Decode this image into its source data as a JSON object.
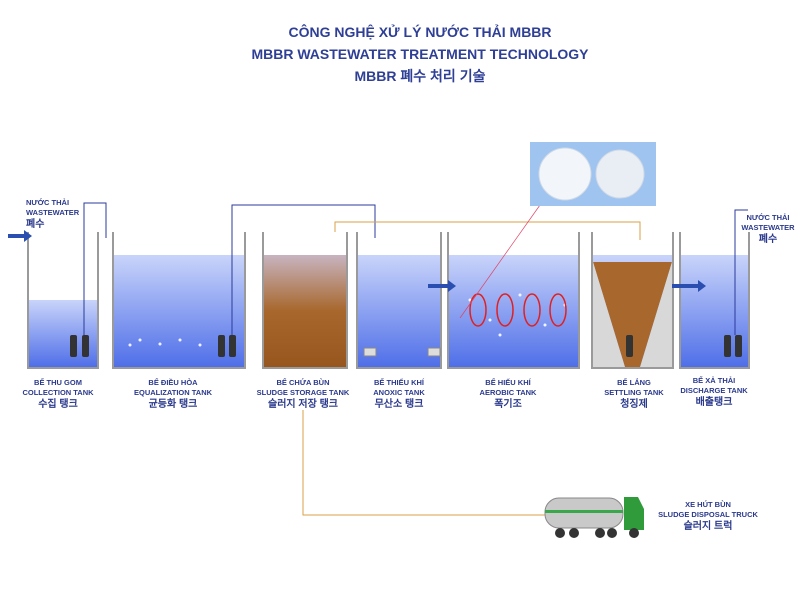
{
  "title": {
    "line1": "CÔNG NGHỆ XỬ LÝ NƯỚC THẢI MBBR",
    "line2": "MBBR WASTEWATER TREATMENT TECHNOLOGY",
    "line3": "MBBR 폐수 처리 기술"
  },
  "inlet": {
    "vi": "NƯỚC THẢI",
    "en": "WASTEWATER",
    "ko": "폐수"
  },
  "outlet": {
    "vi": "NƯỚC THẢI",
    "en": "WASTEWATER",
    "ko": "폐수"
  },
  "tanks": [
    {
      "vi": "BỂ THU GOM",
      "en": "COLLECTION TANK",
      "ko": "수집 탱크"
    },
    {
      "vi": "BỂ ĐIỀU HÒA",
      "en": "EQUALIZATION TANK",
      "ko": "균등화 탱크"
    },
    {
      "vi": "BỂ CHỨA BÙN",
      "en": "SLUDGE STORAGE TANK",
      "ko": "슬러지 저장 탱크"
    },
    {
      "vi": "BỂ THIẾU KHÍ",
      "en": "ANOXIC TANK",
      "ko": "무산소 탱크"
    },
    {
      "vi": "BỂ HIẾU KHÍ",
      "en": "AEROBIC TANK",
      "ko": "폭기조"
    },
    {
      "vi": "BỂ LẮNG",
      "en": "SETTLING TANK",
      "ko": "청징제"
    },
    {
      "vi": "BỂ XẢ THẢI",
      "en": "DISCHARGE TANK",
      "ko": "배출탱크"
    }
  ],
  "truck": {
    "vi": "XE HÚT BÙN",
    "en": "SLUDGE DISPOSAL TRUCK",
    "ko": "슬러지 트럭"
  },
  "colors": {
    "water": "#6f8ef0",
    "sludge": "#a0642a",
    "pipe_blue": "#2b3a9c",
    "pipe_orange": "#d9a24a",
    "text": "#2b3a8c"
  }
}
